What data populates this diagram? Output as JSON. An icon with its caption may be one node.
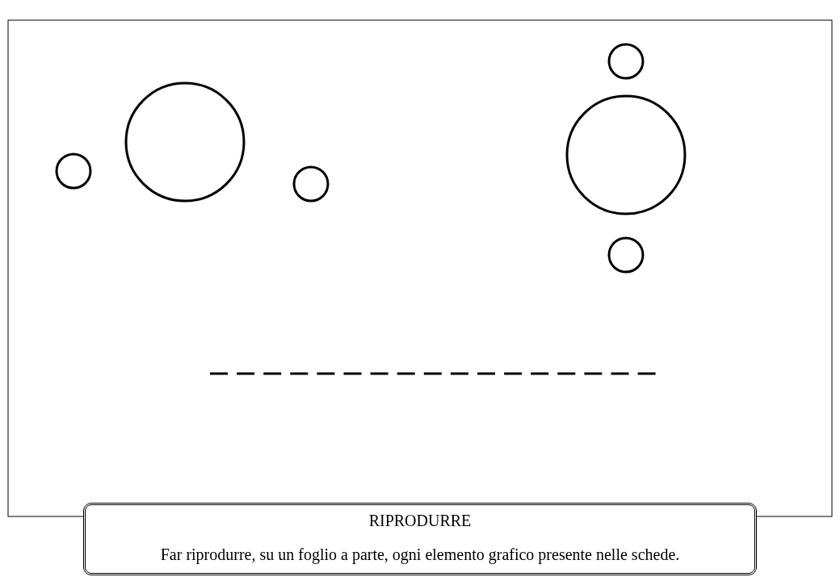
{
  "diagram": {
    "nodes": [
      {
        "text": [],
        "shape": "circle"
      },
      {
        "text": [],
        "shape": "circle"
      },
      {
        "text": [],
        "shape": "circle"
      },
      {
        "text": [],
        "shape": "circle"
      },
      {
        "text": [],
        "shape": "circle"
      },
      {
        "text": [],
        "shape": "circle"
      },
      {
        "text": [
          "RIPRODURRE",
          "Far riprodurre, su un foglio a parte, ogni elemento grafico presente nelle schede."
        ]
      }
    ]
  }
}
